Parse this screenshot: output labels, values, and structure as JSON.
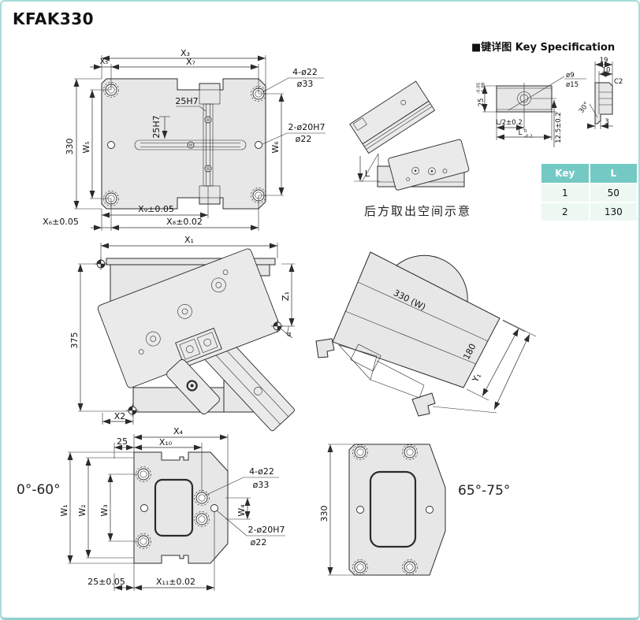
{
  "page": {
    "title": "KFAK330"
  },
  "colors": {
    "accent_teal": "#74c9c5",
    "table_row_bg": "#edf8f2",
    "page_border": "#a6dcda",
    "plate_fill": "#e7e7e7",
    "line": "#2b2b2b"
  },
  "key_spec": {
    "heading": "■键详图 Key Specification",
    "front_view": {
      "hole_dia": "ø9",
      "cbore_dia": "ø15",
      "key_width": "25",
      "key_width_tol_upper": "-0.05",
      "key_width_tol_lower": "-0.08",
      "half_length": "L/2±0.2",
      "length": "L",
      "length_tol_upper": "0",
      "length_tol_lower": "-0.2",
      "edge_offset": "12.5±0.2"
    },
    "side_view": {
      "overall_width": "19",
      "step_width": "10",
      "chamfer": "C2",
      "lip_thickness": "3",
      "chamfer_angle": "30°"
    },
    "table": {
      "col_key": "Key",
      "col_l": "L",
      "rows": [
        {
          "key": "1",
          "l": "50"
        },
        {
          "key": "2",
          "l": "130"
        }
      ]
    }
  },
  "rear_clearance_view": {
    "caption": "后方取出空间示意",
    "length_dim": "L"
  },
  "plan_view": {
    "x3": "X₃",
    "x7": "X₇",
    "x5": "X₅",
    "height": "330",
    "w5": "W₅",
    "w6": "W₆",
    "slot_width_v": "25H7",
    "slot_width_h": "25H7",
    "cbore_callout_line1": "4-ø22",
    "cbore_callout_line2": "ø33",
    "dowel_callout_line1": "2-ø20H7",
    "dowel_callout_line2": "ø22",
    "x9": "X₉±0.05",
    "x8": "X₈±0.02",
    "x6": "X₆±0.05"
  },
  "side_view": {
    "x1": "X₁",
    "height": "375",
    "z1": "Z₁",
    "alpha": "α",
    "x2": "X2"
  },
  "iso_view": {
    "width_label": "330 (W)",
    "depth": "180",
    "y1": "Y₁"
  },
  "front_view_low": {
    "angle_range": "0°-60°",
    "x4": "X₄",
    "x10": "X₁₀",
    "offset_top": "25",
    "w1": "W₁",
    "w2": "W₂",
    "w3": "W₃",
    "w4": "W₄",
    "cbore_callout_line1": "4-ø22",
    "cbore_callout_line2": "ø33",
    "dowel_callout_line1": "2-ø20H7",
    "dowel_callout_line2": "ø22",
    "offset_bottom": "25±0.05",
    "x11": "X₁₁±0.02"
  },
  "front_view_high": {
    "angle_range": "65°-75°",
    "height": "330"
  }
}
